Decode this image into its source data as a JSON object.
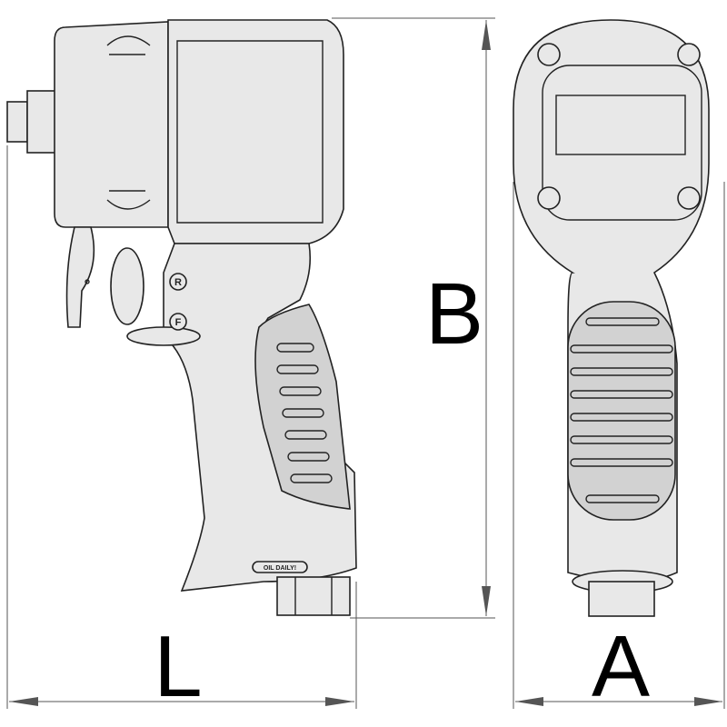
{
  "labels": {
    "length": "L",
    "height": "B",
    "width": "A",
    "oil_label": "OIL DAILY!",
    "reverse_mark": "R",
    "forward_mark": "F"
  },
  "colors": {
    "body": "#e8e8e8",
    "grip": "#d2d2d2",
    "outline": "#222222",
    "dimension": "#555555"
  }
}
